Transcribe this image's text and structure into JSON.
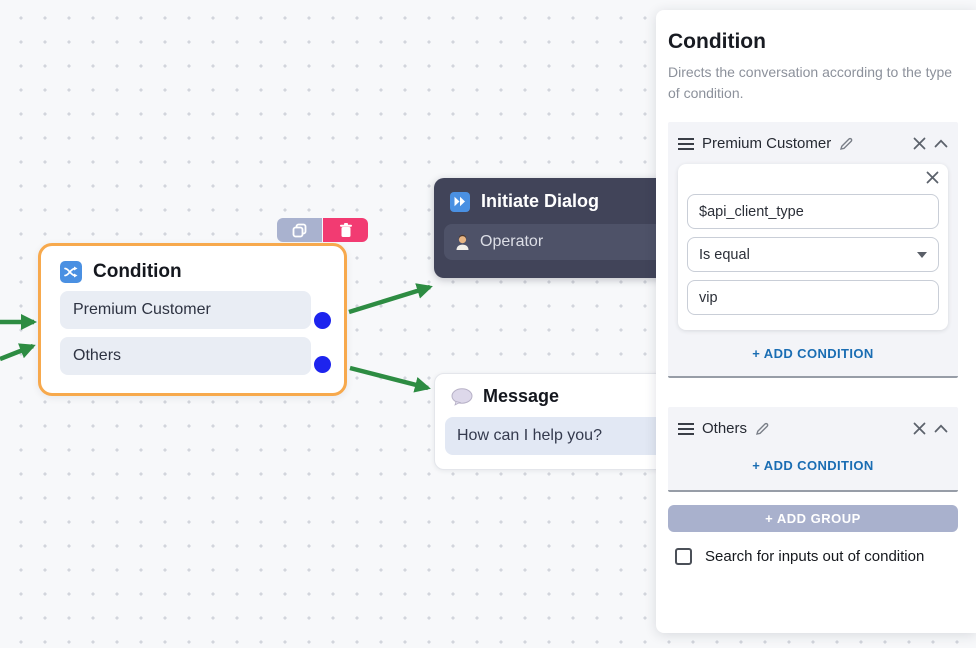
{
  "canvas": {
    "condition_node": {
      "title": "Condition",
      "rows": [
        {
          "label": "Premium Customer"
        },
        {
          "label": "Others"
        }
      ]
    },
    "initiate_dialog_node": {
      "title": "Initiate Dialog",
      "row_label": "Operator"
    },
    "message_node": {
      "title": "Message",
      "row_label": "How can I help you?"
    },
    "toolbar": {
      "icons": [
        "duplicate-icon",
        "trash-icon"
      ]
    }
  },
  "panel": {
    "title": "Condition",
    "description": "Directs the conversation according to the type of condition.",
    "groups": [
      {
        "name": "Premium Customer",
        "conditions": [
          {
            "field": "$api_client_type",
            "operator": "Is equal",
            "value": "vip"
          }
        ],
        "add_condition_label": "+ ADD CONDITION"
      },
      {
        "name": "Others",
        "conditions": [],
        "add_condition_label": "+ ADD CONDITION"
      }
    ],
    "add_group_label": "+  ADD GROUP",
    "search_checkbox": {
      "label": "Search for inputs out of condition",
      "checked": false
    }
  },
  "colors": {
    "selection_orange": "#f7a94d",
    "connector_green": "#2d8c42",
    "port_blue": "#1d24ee",
    "node_icon_blue": "#4a90e2",
    "delete_pink": "#f23b72",
    "duplicate_gray_blue": "#a9b2cf",
    "add_group_bg": "#a9b1cd",
    "link_blue": "#1a6db3",
    "dark_node_bg": "#414459"
  }
}
